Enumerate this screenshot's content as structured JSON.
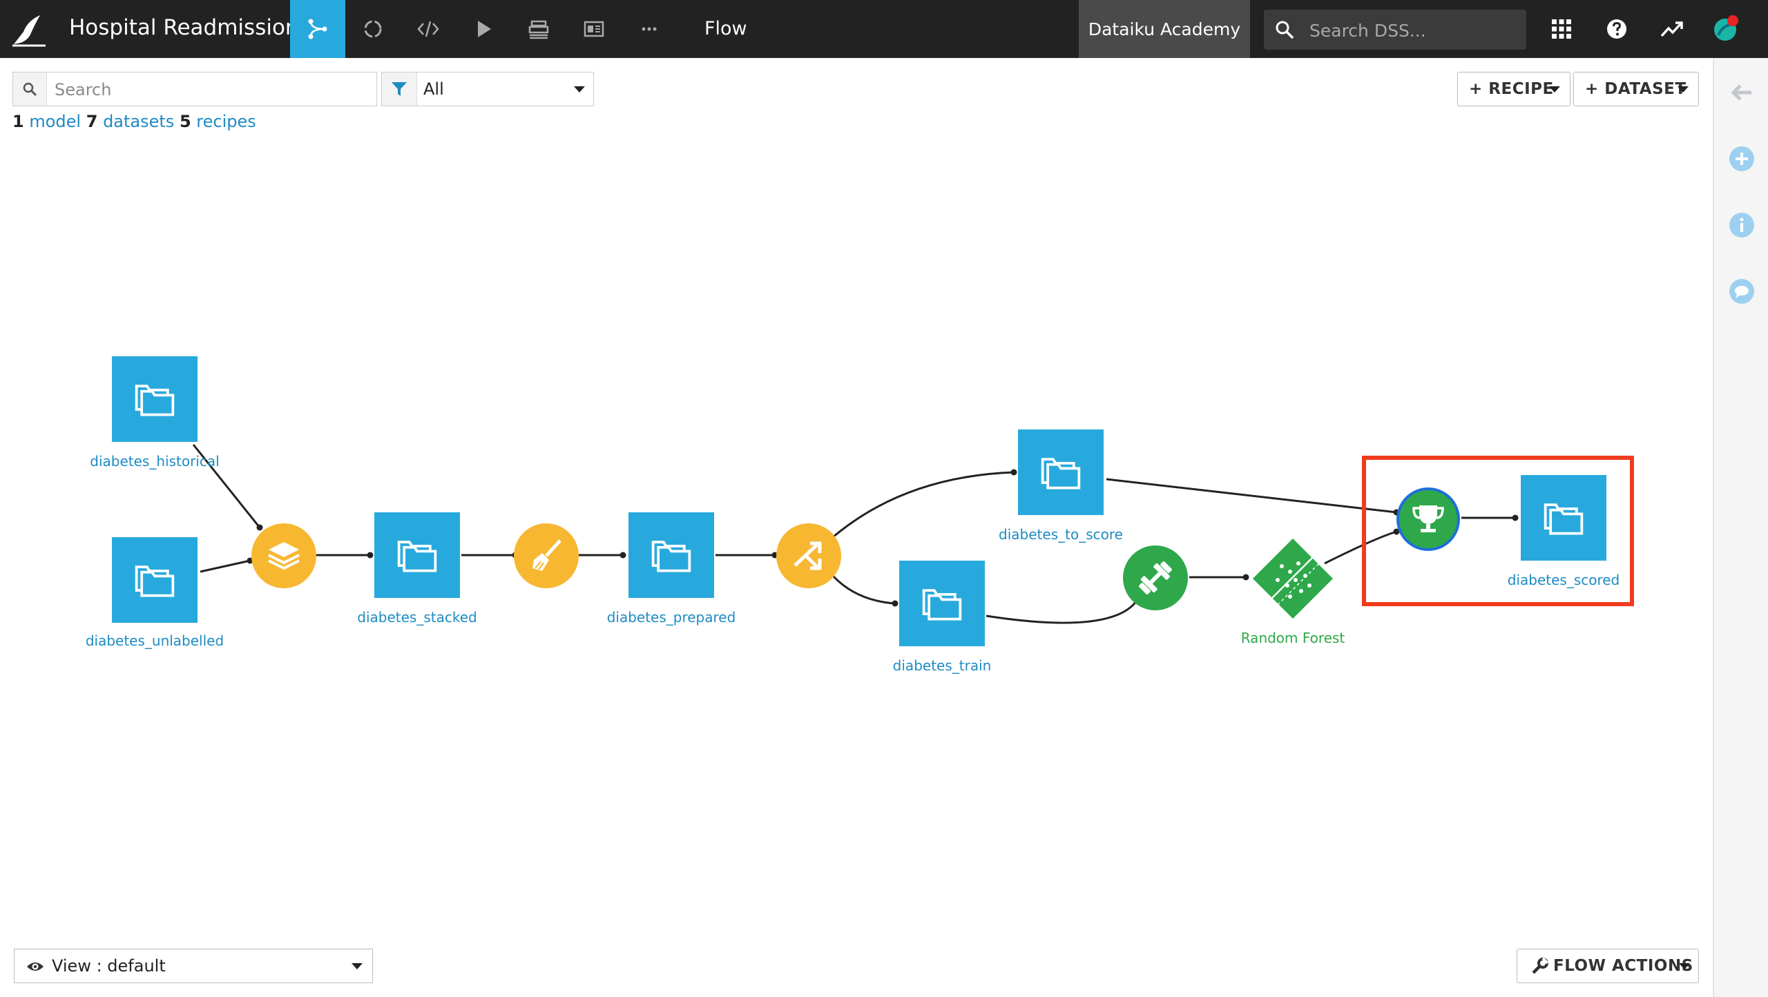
{
  "header": {
    "project_title": "Hospital Readmission",
    "current_view": "Flow",
    "instance_name": "Dataiku Academy",
    "search_placeholder": "Search DSS..."
  },
  "flow_toolbar": {
    "search_placeholder": "Search",
    "filter_value": "All",
    "recipe_button": "+ RECIPE",
    "dataset_button": "+ DATASET",
    "counts": {
      "models_count": "1",
      "models_label": "model",
      "datasets_count": "7",
      "datasets_label": "datasets",
      "recipes_count": "5",
      "recipes_label": "recipes"
    }
  },
  "flow": {
    "datasets": {
      "historical": "diabetes_historical",
      "unlabelled": "diabetes_unlabelled",
      "stacked": "diabetes_stacked",
      "prepared": "diabetes_prepared",
      "to_score": "diabetes_to_score",
      "train": "diabetes_train",
      "scored": "diabetes_scored"
    },
    "model": "Random Forest",
    "recipes": [
      "stack-recipe",
      "prepare-recipe",
      "split-recipe",
      "train-recipe",
      "score-recipe"
    ]
  },
  "footer": {
    "view_select": "View : default",
    "flow_actions": "FLOW ACTIONS"
  },
  "colors": {
    "dataset": "#28a9dd",
    "recipe_visual": "#f7b731",
    "recipe_ml": "#2ea84a",
    "highlight": "#f03c1e",
    "topbar": "#222222"
  }
}
